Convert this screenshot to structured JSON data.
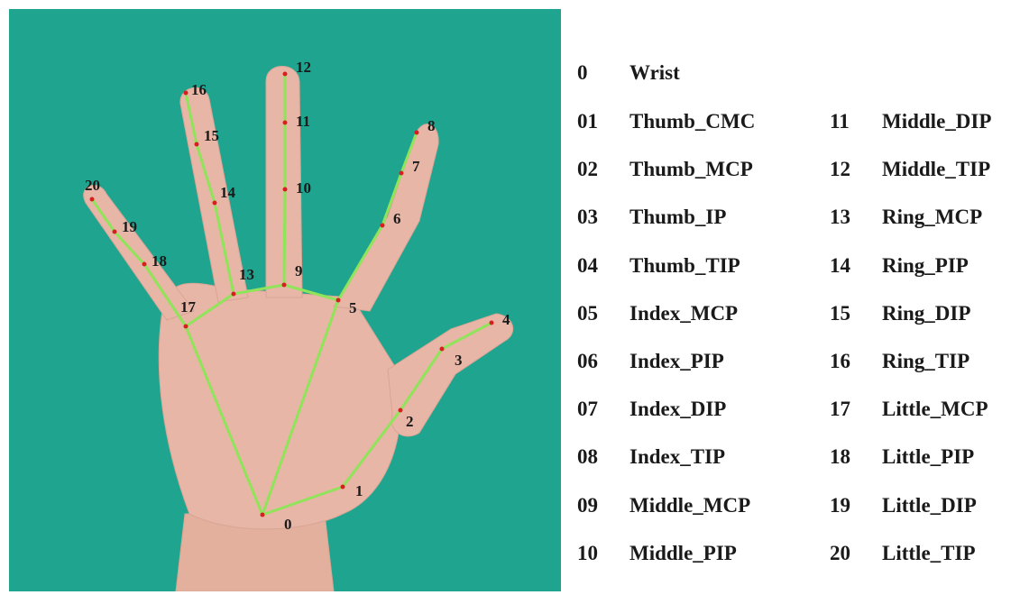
{
  "photo": {
    "background_color": "#1fa58f",
    "skin_color": "#e7b6a6",
    "bone_line_color": "#8fe45a",
    "keypoint_color": "#d62020",
    "keypoint_labels": [
      "0",
      "1",
      "2",
      "3",
      "4",
      "5",
      "6",
      "7",
      "8",
      "9",
      "10",
      "11",
      "12",
      "13",
      "14",
      "15",
      "16",
      "17",
      "18",
      "19",
      "20"
    ]
  },
  "legend": {
    "items": [
      {
        "num": "0",
        "name": "Wrist"
      },
      {
        "num": "01",
        "name": "Thumb_CMC"
      },
      {
        "num": "02",
        "name": "Thumb_MCP"
      },
      {
        "num": "03",
        "name": "Thumb_IP"
      },
      {
        "num": "04",
        "name": "Thumb_TIP"
      },
      {
        "num": "05",
        "name": "Index_MCP"
      },
      {
        "num": "06",
        "name": "Index_PIP"
      },
      {
        "num": "07",
        "name": "Index_DIP"
      },
      {
        "num": "08",
        "name": "Index_TIP"
      },
      {
        "num": "09",
        "name": "Middle_MCP"
      },
      {
        "num": "10",
        "name": "Middle_PIP"
      },
      {
        "num": "11",
        "name": "Middle_DIP"
      },
      {
        "num": "12",
        "name": "Middle_TIP"
      },
      {
        "num": "13",
        "name": "Ring_MCP"
      },
      {
        "num": "14",
        "name": "Ring_PIP"
      },
      {
        "num": "15",
        "name": "Ring_DIP"
      },
      {
        "num": "16",
        "name": "Ring_TIP"
      },
      {
        "num": "17",
        "name": "Little_MCP"
      },
      {
        "num": "18",
        "name": "Little_PIP"
      },
      {
        "num": "19",
        "name": "Little_DIP"
      },
      {
        "num": "20",
        "name": "Little_TIP"
      }
    ]
  }
}
